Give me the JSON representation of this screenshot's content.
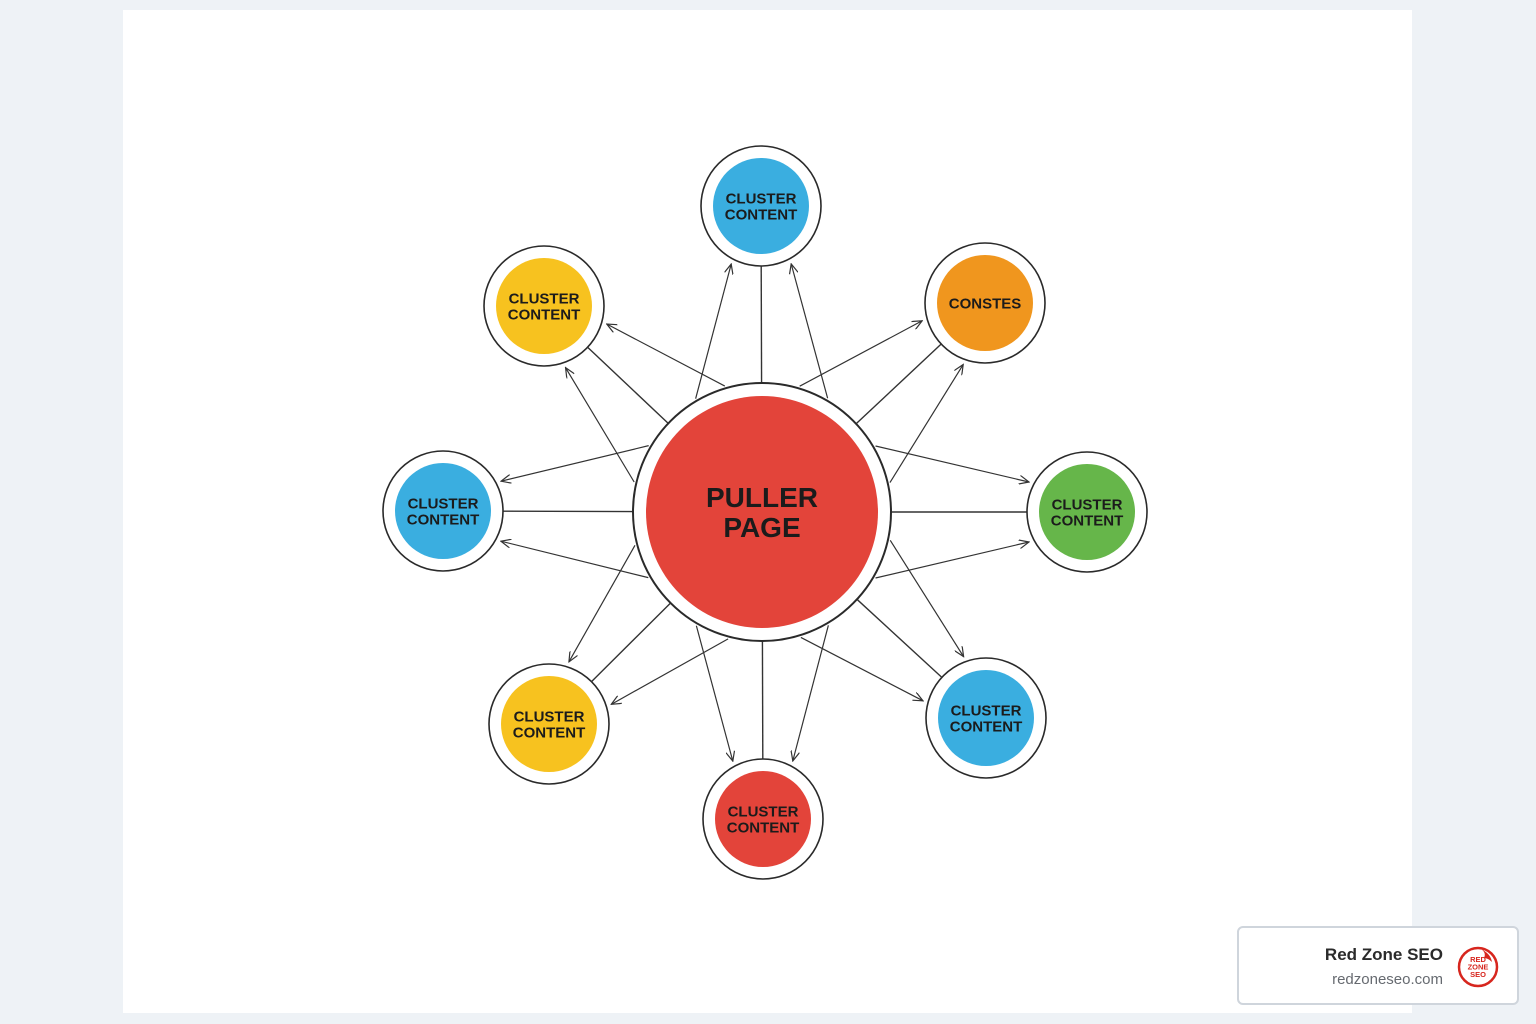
{
  "diagram": {
    "center": {
      "label_lines": [
        "PULLER",
        "PAGE"
      ],
      "color": "#e3443a"
    },
    "nodes": [
      {
        "id": "top",
        "label_lines": [
          "CLUSTER",
          "CONTENT"
        ],
        "color": "#3aaee0"
      },
      {
        "id": "top-right",
        "label_lines": [
          "CONSTES"
        ],
        "color": "#f0961e"
      },
      {
        "id": "right",
        "label_lines": [
          "CLUSTER",
          "CONTENT"
        ],
        "color": "#66b64a"
      },
      {
        "id": "bottom-right",
        "label_lines": [
          "CLUSTER",
          "CONTENT"
        ],
        "color": "#3aaee0"
      },
      {
        "id": "bottom",
        "label_lines": [
          "CLUSTER",
          "CONTENT"
        ],
        "color": "#e3443a"
      },
      {
        "id": "bottom-left",
        "label_lines": [
          "CLUSTER",
          "CONTENT"
        ],
        "color": "#f7c21f"
      },
      {
        "id": "left",
        "label_lines": [
          "CLUSTER",
          "CONTENT"
        ],
        "color": "#3aaee0"
      },
      {
        "id": "top-left",
        "label_lines": [
          "CLUSTER",
          "CONTENT"
        ],
        "color": "#f7c21f"
      }
    ]
  },
  "brand": {
    "name": "Red Zone SEO",
    "url": "redzoneseo.com",
    "logo_text_lines": [
      "RED",
      "ZONE",
      "SEO"
    ],
    "logo_color": "#d7261e"
  }
}
